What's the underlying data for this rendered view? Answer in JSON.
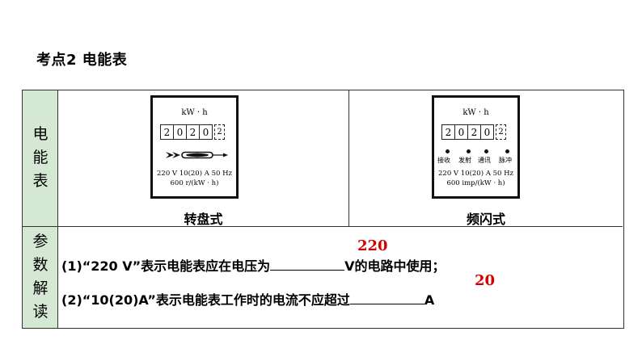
{
  "section_title": "考点2  电能表",
  "row_headers": {
    "meter": [
      "电",
      "能",
      "表"
    ],
    "params": [
      "参",
      "数",
      "解",
      "读"
    ]
  },
  "meter_rotary": {
    "unit": "kW · h",
    "digits": [
      "2",
      "0",
      "2",
      "0",
      "2"
    ],
    "spec_line1": "220 V   10(20) A   50 Hz",
    "spec_line2": "600 r/(kW · h)",
    "caption": "转盘式"
  },
  "meter_pulse": {
    "unit": "kW · h",
    "digits": [
      "2",
      "0",
      "2",
      "0",
      "2"
    ],
    "led_labels": [
      "接收",
      "发射",
      "通讯",
      "脉冲"
    ],
    "spec_line1": "220 V   10(20) A   50 Hz",
    "spec_line2": "600 imp/(kW · h)",
    "caption": "频闪式"
  },
  "params": {
    "line1_before": "(1)“220 V”表示电能表应在电压为",
    "line1_after": "V的电路中使用；",
    "answer1": "220",
    "line2_before": "(2)“10(20)A”表示电能表工作时的电流不应超过",
    "line2_after": "A",
    "answer2": "20"
  },
  "colors": {
    "header_bg": "#d5e8d4",
    "answer": "#d40000"
  }
}
